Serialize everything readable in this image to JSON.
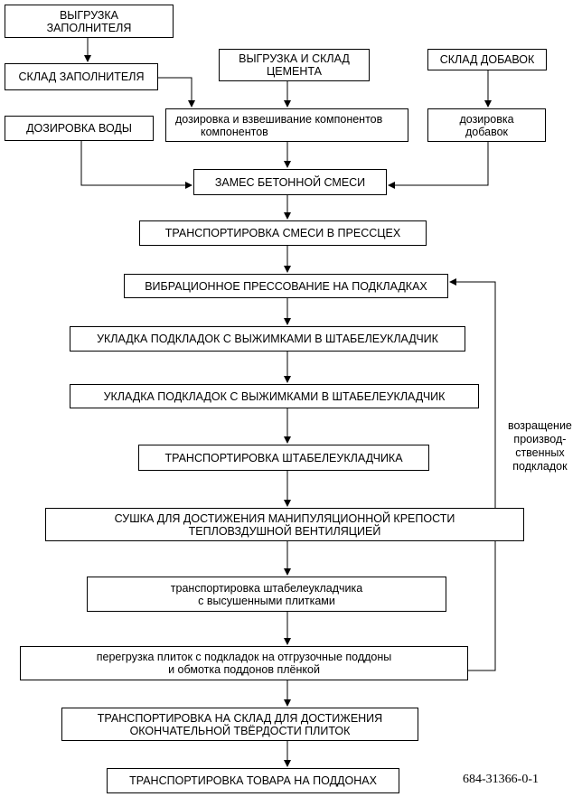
{
  "boxes": {
    "unload_filler": [
      "ВЫГРУЗКА",
      "ЗАПОЛНИТЕЛЯ"
    ],
    "filler_store": [
      "СКЛАД ЗАПОЛНИТЕЛЯ"
    ],
    "unload_cement": [
      "ВЫГРУЗКА И СКЛАД",
      "ЦЕМЕНТА"
    ],
    "additives_store": [
      "СКЛАД ДОБАВОК"
    ],
    "water_dosing": [
      "ДОЗИРОВКА ВОДЫ"
    ],
    "component_dosing": [
      "дозировка и взвешивание компонентов",
      "компонентов"
    ],
    "additive_dosing": [
      "дозировка",
      "добавок"
    ],
    "mixing": [
      "ЗАМЕС БЕТОННОЙ СМЕСИ"
    ],
    "transport_mix": [
      "ТРАНСПОРТИРОВКА СМЕСИ В ПРЕССЦЕХ"
    ],
    "vibro_press": [
      "ВИБРАЦИОННОЕ ПРЕССОВАНИЕ НА ПОДКЛАДКАХ"
    ],
    "stack_1": [
      "УКЛАДКА ПОДКЛАДОК С ВЫЖИМКАМИ В ШТАБЕЛЕУКЛАДЧИК"
    ],
    "stack_2": [
      "УКЛАДКА ПОДКЛАДОК С ВЫЖИМКАМИ В ШТАБЕЛЕУКЛАДЧИК"
    ],
    "transport_stacker": [
      "ТРАНСПОРТИРОВКА ШТАБЕЛЕУКЛАДЧИКА"
    ],
    "drying": [
      "СУШКА ДЛЯ ДОСТИЖЕНИЯ МАНИПУЛЯЦИОННОЙ КРЕПОСТИ",
      "ТЕПЛОВЗДУШНОЙ ВЕНТИЛЯЦИЕЙ"
    ],
    "transport_dried": [
      "транспортировка штабелеукладчика",
      "с высушенными плитками"
    ],
    "reload": [
      "перегрузка плиток с подкладок на отгрузочные поддоны",
      "и обмотка поддонов плёнкой"
    ],
    "transport_warehouse": [
      "ТРАНСПОРТИРОВКА НА СКЛАД ДЛЯ ДОСТИЖЕНИЯ",
      "ОКОНЧАТЕЛЬНОЙ ТВЁРДОСТИ ПЛИТОК"
    ],
    "transport_goods": [
      "ТРАНСПОРТИРОВКА ТОВАРА НА ПОДДОНАХ"
    ]
  },
  "return_label": [
    "возращение",
    "производ-",
    "ственных",
    "подкладок"
  ],
  "image_code": "684-31366-0-1"
}
